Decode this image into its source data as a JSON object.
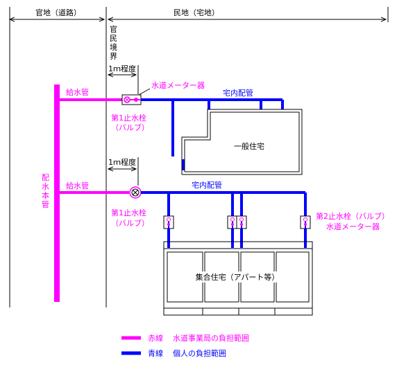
{
  "header": {
    "public_land": "官地（道路）",
    "private_land": "民地（宅地）",
    "boundary": [
      "官",
      "民",
      "境",
      "界"
    ]
  },
  "colors": {
    "public_burden": "#ff00ff",
    "private_burden": "#0000ff",
    "outline": "#000000"
  },
  "top_section": {
    "distance_label": "1ｍ程度",
    "service_pipe_label": "給水管",
    "meter_label": "水道メーター器",
    "indoor_piping_label": "宅内配管",
    "valve_label_line1": "第1止水栓",
    "valve_label_line2": "（バルブ）",
    "house_label": "一般住宅"
  },
  "bottom_section": {
    "distance_label": "1ｍ程度",
    "service_pipe_label": "給水管",
    "indoor_piping_label": "宅内配管",
    "valve_label_line1": "第1止水栓",
    "valve_label_line2": "（バルブ）",
    "second_valve_label": "第2止水栓（バルブ）",
    "meter_label": "水道メーター器",
    "apartment_label": "集合住宅（アパート等）"
  },
  "main_pipe": {
    "label": [
      "配",
      "水",
      "本",
      "管"
    ]
  },
  "legend": [
    {
      "color_name": "赤線",
      "description": "水道事業局の負担範囲"
    },
    {
      "color_name": "青線",
      "description": "個人の負担範囲"
    }
  ]
}
